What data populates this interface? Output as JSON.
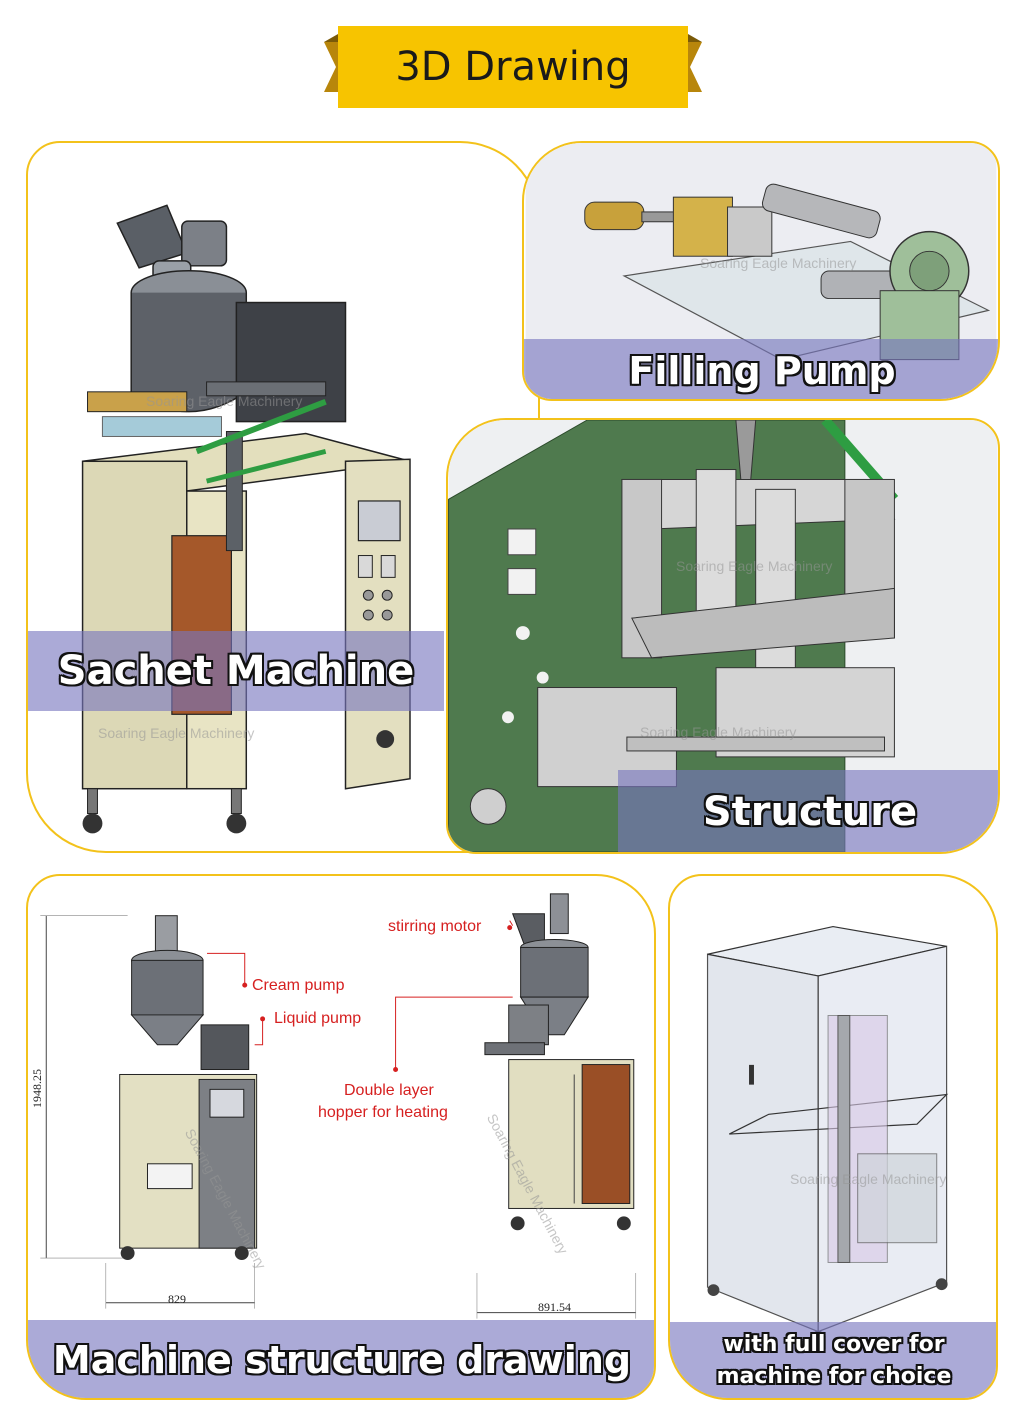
{
  "header": {
    "title": "3D Drawing"
  },
  "panels": {
    "sachet": {
      "caption": "Sachet Machine",
      "watermark": "Soaring Eagle Machinery"
    },
    "pump": {
      "caption": "Filling Pump",
      "watermark": "Soaring Eagle Machinery"
    },
    "structure": {
      "caption": "Structure",
      "watermark": "Soaring Eagle Machinery"
    },
    "drawing": {
      "caption": "Machine structure drawing",
      "callouts": {
        "stirring_motor": "stirring motor",
        "cream_pump": "Cream pump",
        "liquid_pump": "Liquid pump",
        "hopper_line1": "Double layer",
        "hopper_line2": "hopper for heating"
      },
      "dimensions": {
        "height": "1948.25",
        "width_front": "829",
        "width_side": "891.54"
      },
      "watermark": "Soaring Eagle Machinery"
    },
    "cover": {
      "caption_line1": "with full cover for",
      "caption_line2": "machine for choice",
      "watermark": "Soaring Eagle Machinery"
    }
  },
  "colors": {
    "accent": "#f3c21b",
    "caption_bar": "#7876be",
    "callout": "#d62020"
  }
}
